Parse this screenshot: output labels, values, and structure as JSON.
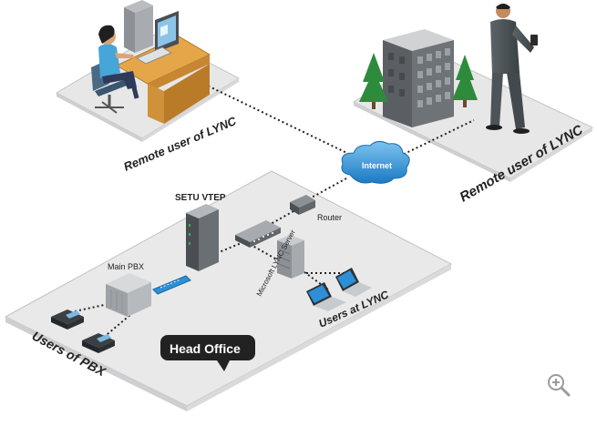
{
  "labels": {
    "remote_user_left": "Remote user of LYNC",
    "remote_user_right": "Remote user of LYNC",
    "internet": "Internet",
    "router": "Router",
    "setu_vtep": "SETU VTEP",
    "main_pbx": "Main PBX",
    "microsoft_lync_server": "Microsoft LYNC Server",
    "users_at_lync": "Users at LYNC",
    "users_of_pbx": "Users of PBX",
    "head_office": "Head Office"
  },
  "icons": {
    "zoom": "zoom-in-icon"
  },
  "colors": {
    "platform": "#e9e9ea",
    "platform_edge": "#bdbdbf",
    "cloud": "#2d8fd5",
    "tree": "#2e8b3c",
    "callout": "#222222",
    "link_cable": "#2d8fd5"
  }
}
